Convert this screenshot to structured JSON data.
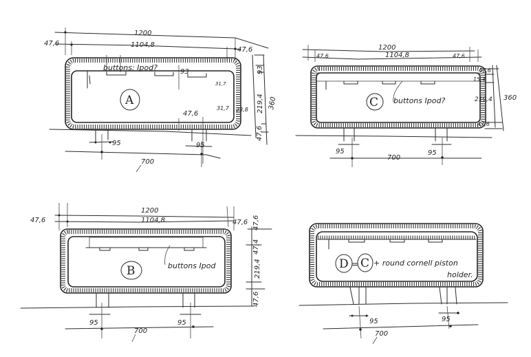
{
  "panels": {
    "A": {
      "letter": "A",
      "note": "buttons: Ipod?",
      "dims": {
        "overall_width": "1200",
        "inner_width": "1104,8",
        "side_left": "47,6",
        "side_right": "47,6",
        "top_band": "93",
        "inner_height": "219,4",
        "total_height": "360",
        "bottom": "47,6",
        "bottom_inner": "47,6",
        "corner_r1": "31,7",
        "corner_r2": "31,7",
        "corner_r3": "23,8",
        "leg_left": "95",
        "leg_right": "95",
        "leg_spacing": "700"
      }
    },
    "B": {
      "letter": "B",
      "note": "buttons Ipod",
      "dims": {
        "overall_width": "1200",
        "inner_width": "1104,8",
        "side_left": "47,6",
        "side_right": "47,6",
        "top": "47,6",
        "band": "47,4",
        "inner_height": "219,4",
        "bottom": "47,6",
        "leg_left": "95",
        "leg_right": "95",
        "leg_spacing": "700"
      }
    },
    "C": {
      "letter": "C",
      "note": "buttons Ipod?",
      "dims": {
        "overall_width": "1200",
        "inner_width": "1104,8",
        "side_left": "47,6",
        "side_right": "47,6",
        "top": "47,6",
        "band": "15,4",
        "inner_height": "219,4",
        "total_height": "360",
        "bottom": "47,6",
        "leg_left": "95",
        "leg_right": "95",
        "leg_spacing": "700"
      }
    },
    "D": {
      "letter_d": "D",
      "equals": "=",
      "letter_c": "C",
      "note_line1": "+ round cornell piston",
      "note_line2": "holder.",
      "dims": {
        "leg_left": "95",
        "leg_right": "95",
        "leg_spacing": "700"
      }
    }
  }
}
